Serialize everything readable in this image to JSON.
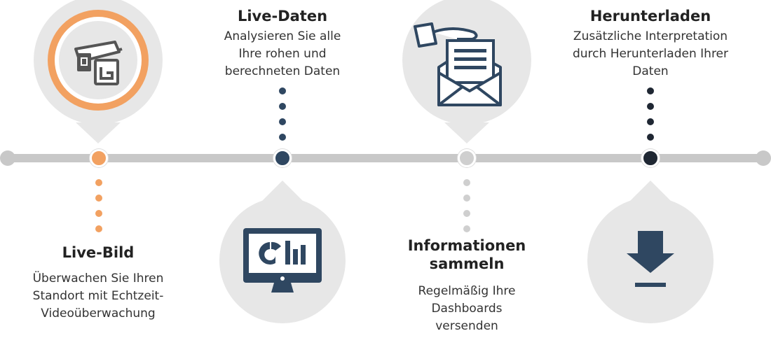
{
  "colors": {
    "orange": "#f2a161",
    "navy": "#2f4761",
    "gray_bubble": "#e7e7e7",
    "light_gray": "#c8c8c8",
    "dark": "#1f2733"
  },
  "steps": [
    {
      "title": "Live-Bild",
      "desc_lines": [
        "Überwachen Sie Ihren",
        "Standort mit Echtzeit-",
        "Videoüberwachung"
      ],
      "icon": "security-camera-icon"
    },
    {
      "title": "Live-Daten",
      "desc_lines": [
        "Analysieren Sie alle",
        "Ihre rohen und",
        "berechneten Daten"
      ],
      "icon": "monitor-chart-icon"
    },
    {
      "title_lines": [
        "Informationen",
        "sammeln"
      ],
      "desc_lines": [
        "Regelmäßig Ihre",
        "Dashboards",
        "versenden"
      ],
      "icon": "envelope-letter-icon"
    },
    {
      "title": "Herunterladen",
      "desc_lines": [
        "Zusätzliche Interpretation",
        "durch Herunterladen Ihrer",
        "Daten"
      ],
      "icon": "download-icon"
    }
  ]
}
